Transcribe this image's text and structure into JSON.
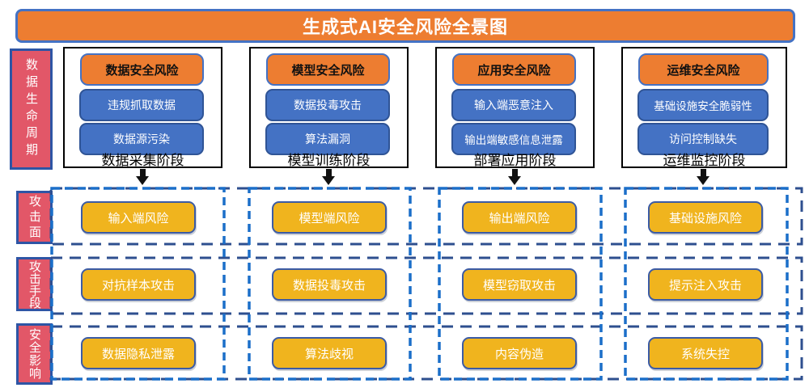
{
  "title": "生成式AI安全风险全景图",
  "palette": {
    "orange": "#ED7D31",
    "blue": "#4472C4",
    "red_label": "#E25768",
    "yellow": "#F0B41E",
    "dash_blue": "#1B6FC9",
    "dash_navy": "#2E4F8F"
  },
  "lanes": [
    {
      "id": "data-lifecycle",
      "label": "数据生命周期"
    },
    {
      "id": "attack-surface",
      "label": "攻击面"
    },
    {
      "id": "attack-methods",
      "label": "攻击手段"
    },
    {
      "id": "security-impact",
      "label": "安全影响"
    }
  ],
  "columns": [
    {
      "header": "数据安全风险",
      "items": [
        "违规抓取数据",
        "数据源污染"
      ],
      "stage": "数据采集阶段",
      "attack_surface": "输入端风险",
      "attack_method": "对抗样本攻击",
      "impact": "数据隐私泄露"
    },
    {
      "header": "模型安全风险",
      "items": [
        "数据投毒攻击",
        "算法漏洞"
      ],
      "stage": "模型训练阶段",
      "attack_surface": "模型端风险",
      "attack_method": "数据投毒攻击",
      "impact": "算法歧视"
    },
    {
      "header": "应用安全风险",
      "items": [
        "输入端恶意注入",
        "输出端敏感信息泄露"
      ],
      "stage": "部署应用阶段",
      "attack_surface": "输出端风险",
      "attack_method": "模型窃取攻击",
      "impact": "内容伪造"
    },
    {
      "header": "运维安全风险",
      "items": [
        "基础设施安全脆弱性",
        "访问控制缺失"
      ],
      "stage": "运维监控阶段",
      "attack_surface": "基础设施风险",
      "attack_method": "提示注入攻击",
      "impact": "系统失控"
    }
  ]
}
